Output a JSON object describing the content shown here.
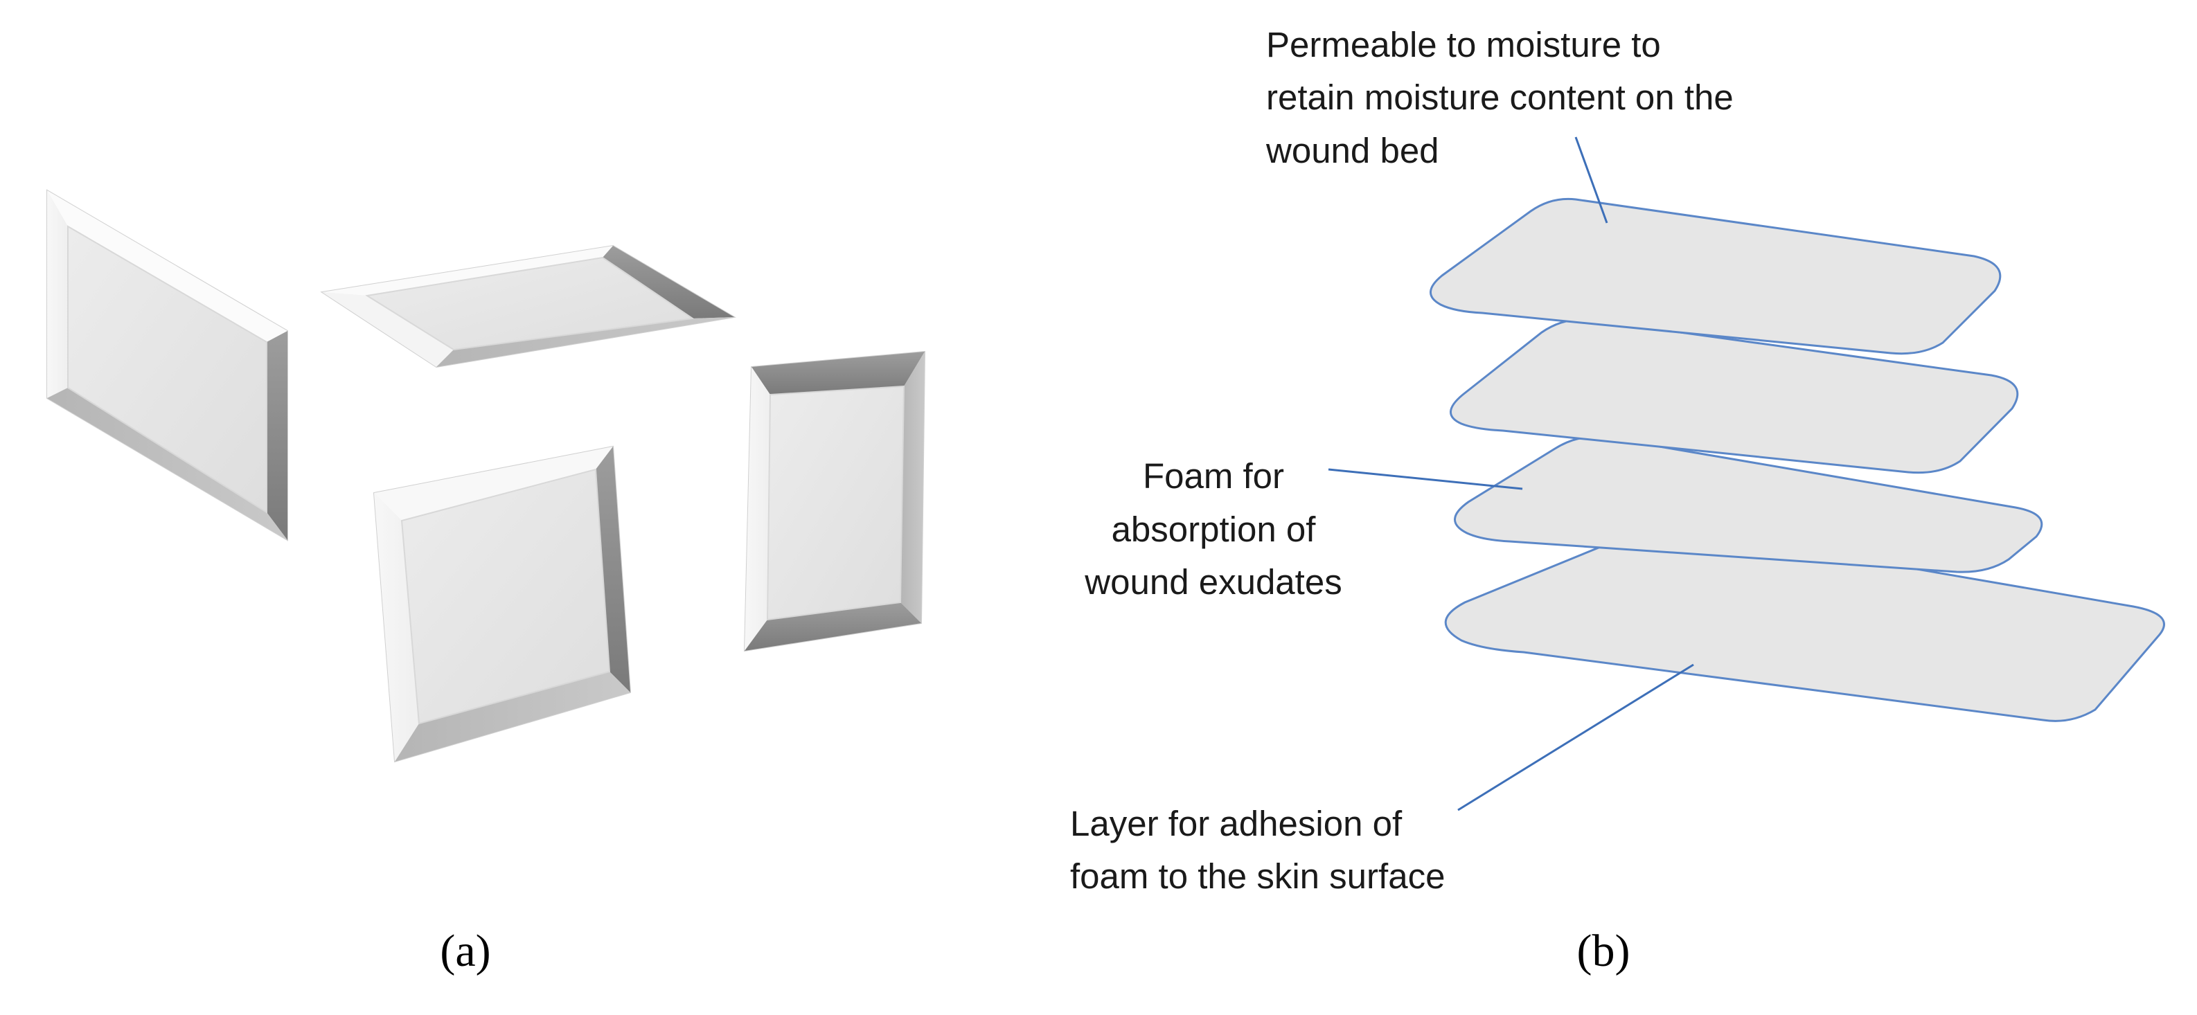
{
  "panel_a": {
    "caption": "(a)"
  },
  "panel_b": {
    "caption": "(b)",
    "labels": {
      "top": [
        "Permeable to moisture to",
        "retain moisture content on the",
        "wound bed"
      ],
      "middle": [
        "Foam for",
        "absorption of",
        "wound exudates"
      ],
      "bottom": [
        "Layer for adhesion of",
        "foam to the skin surface"
      ]
    }
  },
  "colors": {
    "sheet_fill": "#e6e6e6",
    "sheet_outline": "#5b87c8",
    "leader_line": "#3d6fb8"
  }
}
